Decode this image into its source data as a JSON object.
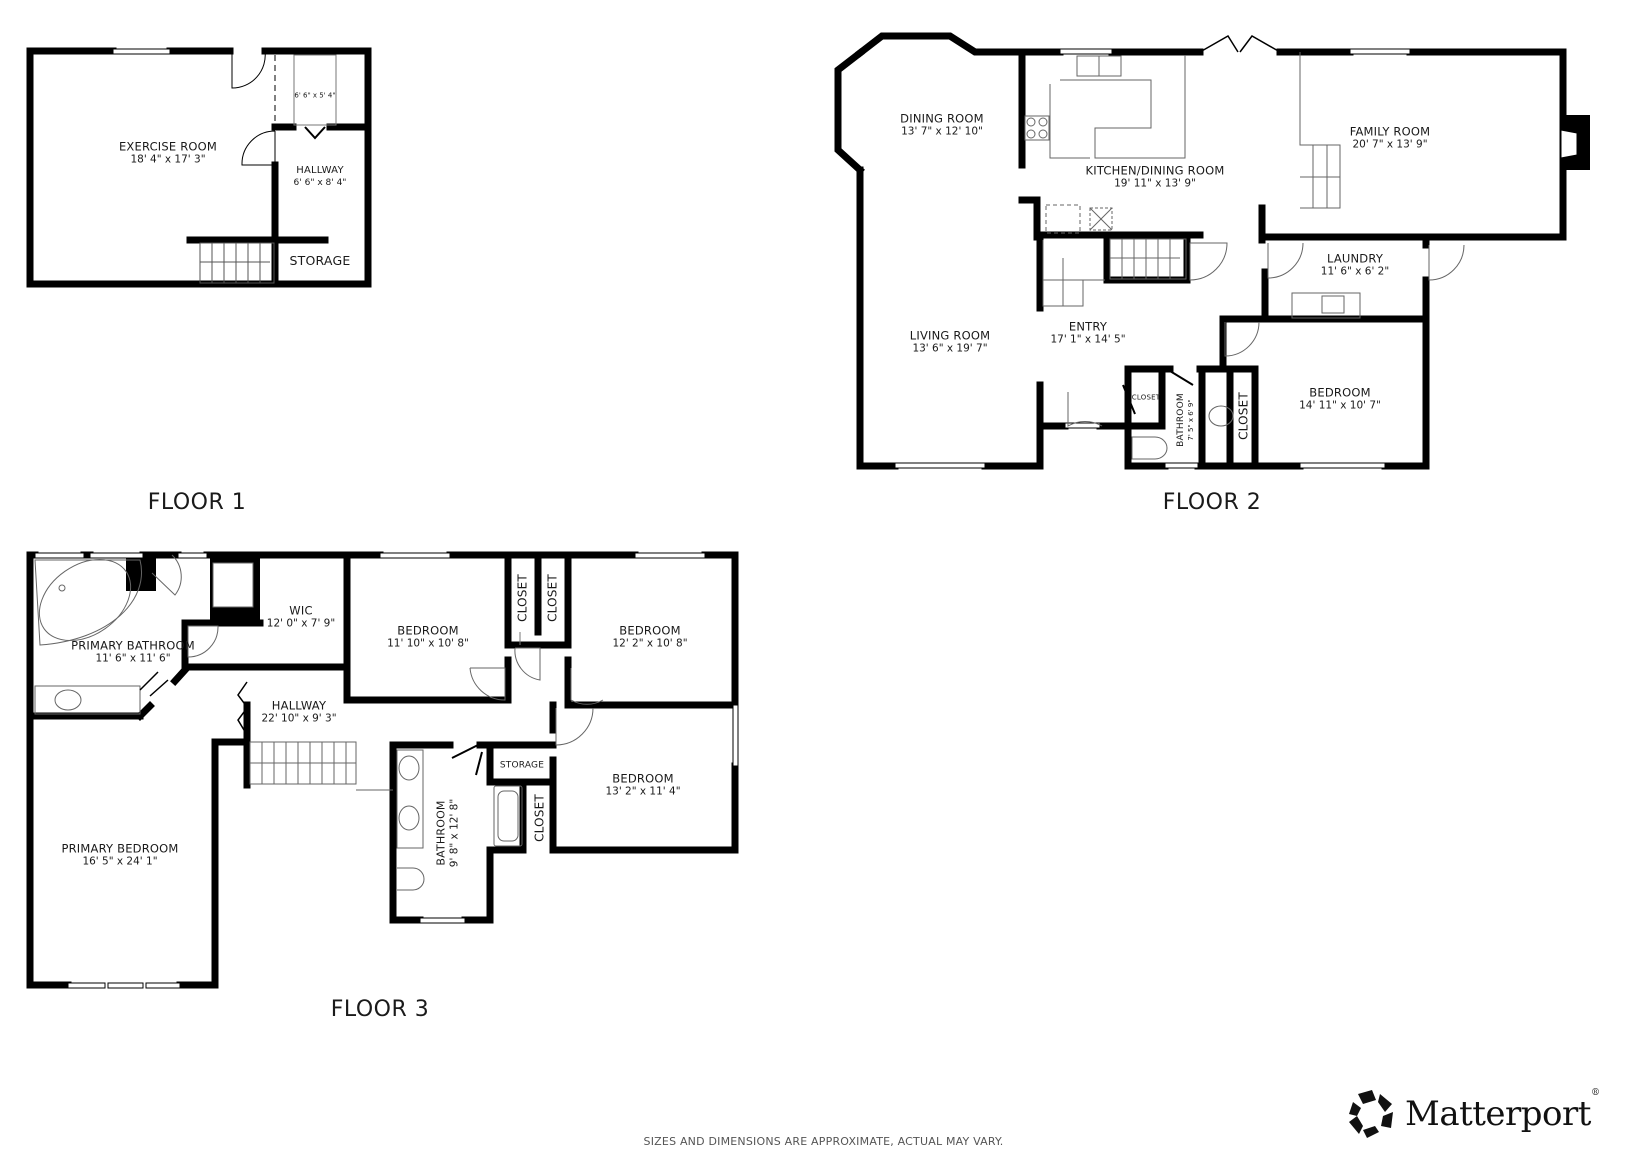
{
  "floors": [
    {
      "label": "FLOOR 1",
      "rooms": [
        {
          "name": "EXERCISE ROOM",
          "dims": "18' 4\" x 17' 3\""
        },
        {
          "name": "",
          "dims": "6' 6\" x 5' 4\""
        },
        {
          "name": "HALLWAY",
          "dims": "6' 6\" x 8' 4\""
        },
        {
          "name": "STORAGE",
          "dims": ""
        }
      ]
    },
    {
      "label": "FLOOR 2",
      "rooms": [
        {
          "name": "DINING ROOM",
          "dims": "13' 7\" x 12' 10\""
        },
        {
          "name": "KITCHEN/DINING ROOM",
          "dims": "19' 11\" x 13' 9\""
        },
        {
          "name": "FAMILY ROOM",
          "dims": "20' 7\" x 13' 9\""
        },
        {
          "name": "LAUNDRY",
          "dims": "11' 6\" x 6' 2\""
        },
        {
          "name": "LIVING ROOM",
          "dims": "13' 6\" x 19' 7\""
        },
        {
          "name": "ENTRY",
          "dims": "17' 1\" x 14' 5\""
        },
        {
          "name": "CLOSET",
          "dims": ""
        },
        {
          "name": "BATHROOM",
          "dims": "7' 5\" x 6' 9\""
        },
        {
          "name": "CLOSET",
          "dims": ""
        },
        {
          "name": "BEDROOM",
          "dims": "14' 11\" x 10' 7\""
        }
      ]
    },
    {
      "label": "FLOOR 3",
      "rooms": [
        {
          "name": "PRIMARY BATHROOM",
          "dims": "11' 6\" x 11' 6\""
        },
        {
          "name": "WIC",
          "dims": "12' 0\" x 7' 9\""
        },
        {
          "name": "BEDROOM",
          "dims": "11' 10\" x 10' 8\""
        },
        {
          "name": "CLOSET",
          "dims": ""
        },
        {
          "name": "CLOSET",
          "dims": ""
        },
        {
          "name": "BEDROOM",
          "dims": "12' 2\" x 10' 8\""
        },
        {
          "name": "HALLWAY",
          "dims": "22' 10\" x 9' 3\""
        },
        {
          "name": "STORAGE",
          "dims": ""
        },
        {
          "name": "BATHROOM",
          "dims": "9' 8\" x 12' 8\""
        },
        {
          "name": "CLOSET",
          "dims": ""
        },
        {
          "name": "BEDROOM",
          "dims": "13' 2\" x 11' 4\""
        },
        {
          "name": "PRIMARY BEDROOM",
          "dims": "16' 5\" x 24' 1\""
        }
      ]
    }
  ],
  "footer": "SIZES AND DIMENSIONS ARE APPROXIMATE, ACTUAL MAY VARY.",
  "brand": {
    "name": "Matterport",
    "mark": "®",
    "icon": "matterport-logo-icon"
  },
  "colors": {
    "wall": "#000000",
    "fixture": "#777777",
    "background": "#ffffff"
  }
}
